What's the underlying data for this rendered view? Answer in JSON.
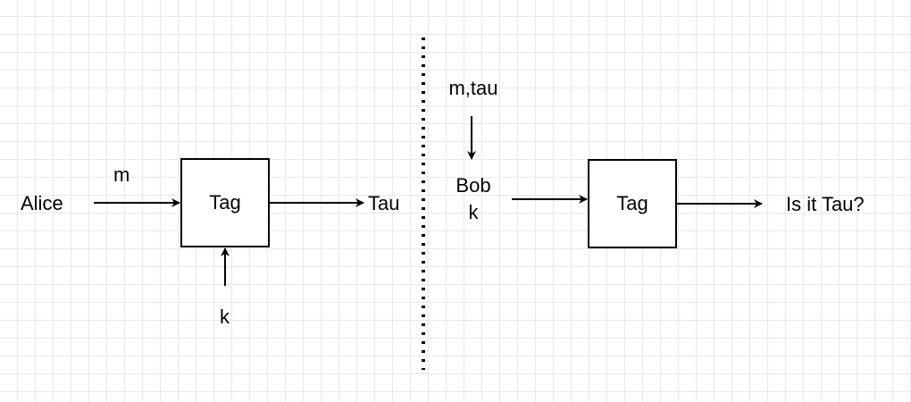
{
  "left": {
    "sender_label": "Alice",
    "message_label": "m",
    "box_label": "Tag",
    "key_label": "k",
    "output_label": "Tau"
  },
  "right": {
    "input_label": "m,tau",
    "receiver_label": "Bob",
    "key_label": "k",
    "box_label": "Tag",
    "output_label": "Is it Tau?"
  }
}
